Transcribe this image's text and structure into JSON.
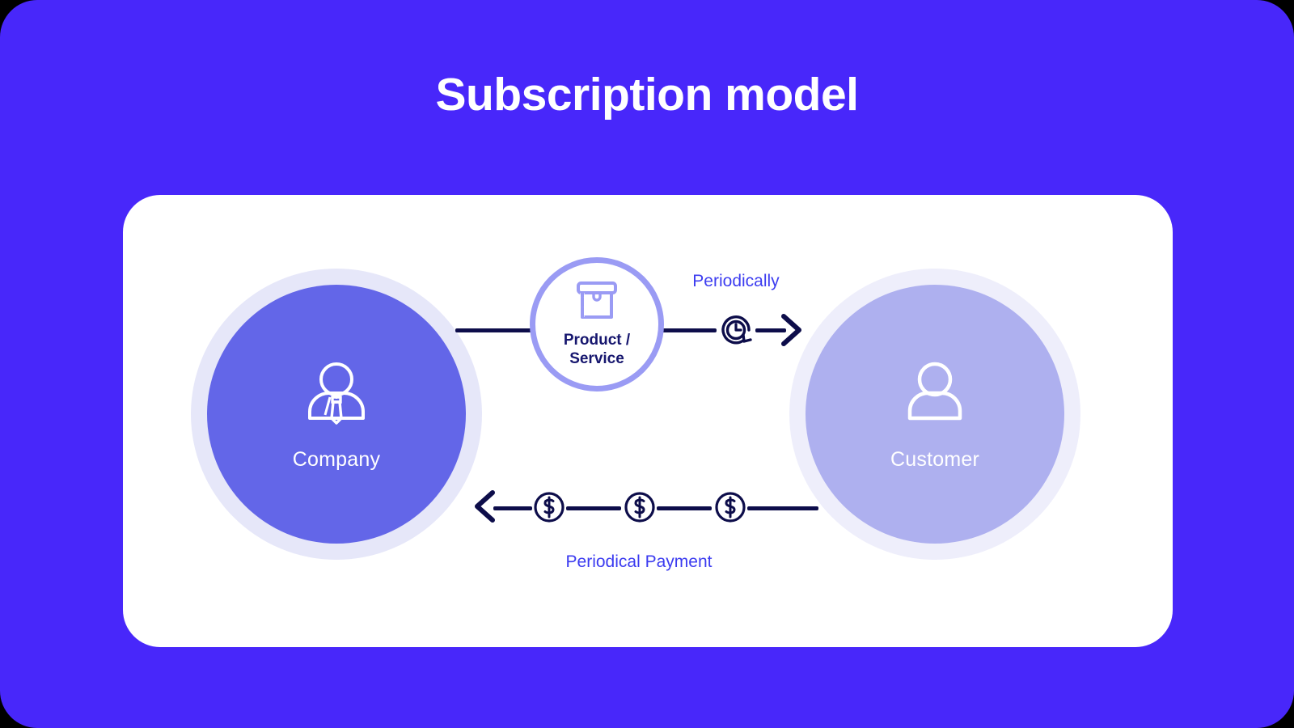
{
  "page": {
    "title": "Subscription model",
    "background_color": "#4827fa",
    "card_color": "#ffffff"
  },
  "diagram": {
    "type": "cycle-flow",
    "nodes": [
      {
        "id": "company",
        "label": "Company",
        "icon": "businessman-tie-icon",
        "fill_color": "#6366e8",
        "ring_color": "#e6e7f9",
        "label_color": "#ffffff"
      },
      {
        "id": "product-service",
        "label_line_1": "Product /",
        "label_line_2": "Service",
        "icon": "package-box-icon",
        "fill_color": "#ffffff",
        "ring_color": "#9a9bf4",
        "label_color": "#16166e"
      },
      {
        "id": "customer",
        "label": "Customer",
        "icon": "person-icon",
        "fill_color": "#aeb0ef",
        "ring_color": "#eeeefb",
        "label_color": "#ffffff"
      }
    ],
    "flows": [
      {
        "id": "delivery-flow",
        "label": "Periodically",
        "label_color": "#3d3df0",
        "direction": "company-to-customer",
        "icons": [
          "clock-refresh-icon",
          "arrow-right-icon"
        ],
        "line_color": "#0d0d4a"
      },
      {
        "id": "payment-flow",
        "label": "Periodical Payment",
        "label_color": "#3b3bf0",
        "direction": "customer-to-company",
        "icons": [
          "arrow-left-icon",
          "dollar-circle-icon",
          "dollar-circle-icon",
          "dollar-circle-icon"
        ],
        "line_color": "#0d0d4a"
      }
    ]
  }
}
